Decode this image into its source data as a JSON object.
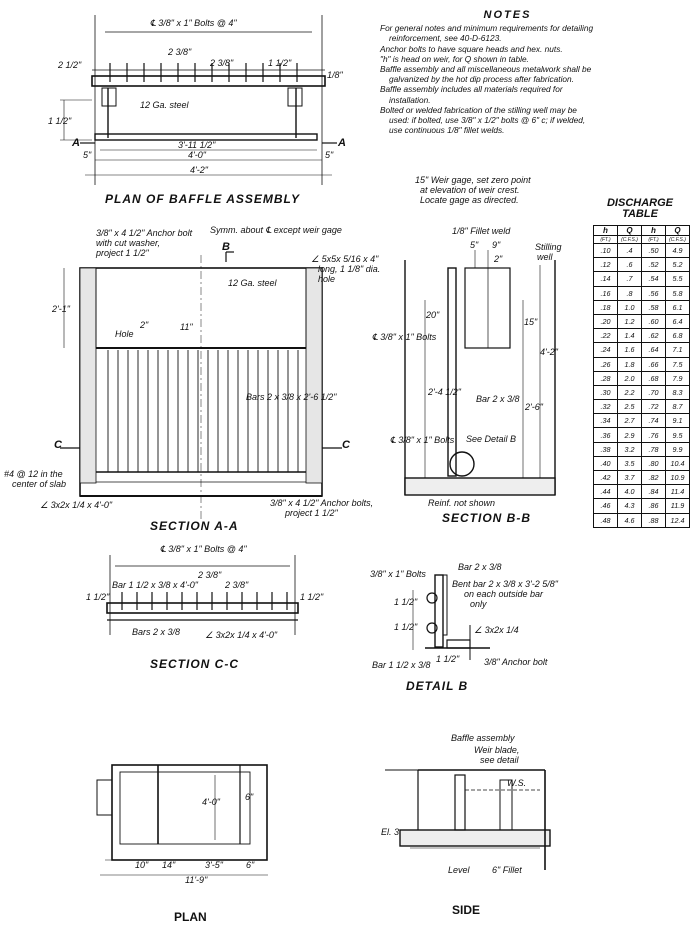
{
  "notes": {
    "title": "NOTES",
    "lines": [
      {
        "text": "For general notes and minimum requirements for detailing",
        "indent": false
      },
      {
        "text": "reinforcement, see 40-D-6123.",
        "indent": true
      },
      {
        "text": "Anchor bolts to have square heads and hex. nuts.",
        "indent": false
      },
      {
        "text": "\"h\" is head on weir, for Q shown in table.",
        "indent": false
      },
      {
        "text": "Baffle assembly and all miscellaneous metalwork shall be",
        "indent": false
      },
      {
        "text": "galvanized by the hot dip process after fabrication.",
        "indent": true
      },
      {
        "text": "Baffle assembly includes all materials required for",
        "indent": false
      },
      {
        "text": "installation.",
        "indent": true
      },
      {
        "text": "Bolted or welded fabrication of the stilling well may be",
        "indent": false
      },
      {
        "text": "used: if bolted, use 3/8\" x 1/2\" bolts @ 6\" c; if welded,",
        "indent": true
      },
      {
        "text": "use continuous 1/8\" fillet welds.",
        "indent": true
      }
    ]
  },
  "discharge_table": {
    "title_line1": "DISCHARGE",
    "title_line2": "TABLE",
    "headers": [
      "h",
      "Q",
      "h",
      "Q"
    ],
    "units": [
      "(FT.)",
      "(C.F.S.)",
      "(FT.)",
      "(C.F.S.)"
    ],
    "rows": [
      [
        ".10",
        ".4",
        ".50",
        "4.9"
      ],
      [
        ".12",
        ".6",
        ".52",
        "5.2"
      ],
      [
        ".14",
        ".7",
        ".54",
        "5.5"
      ],
      [
        ".16",
        ".8",
        ".56",
        "5.8"
      ],
      [
        ".18",
        "1.0",
        ".58",
        "6.1"
      ],
      [
        ".20",
        "1.2",
        ".60",
        "6.4"
      ],
      [
        ".22",
        "1.4",
        ".62",
        "6.8"
      ],
      [
        ".24",
        "1.6",
        ".64",
        "7.1"
      ],
      [
        ".26",
        "1.8",
        ".66",
        "7.5"
      ],
      [
        ".28",
        "2.0",
        ".68",
        "7.9"
      ],
      [
        ".30",
        "2.2",
        ".70",
        "8.3"
      ],
      [
        ".32",
        "2.5",
        ".72",
        "8.7"
      ],
      [
        ".34",
        "2.7",
        ".74",
        "9.1"
      ],
      [
        ".36",
        "2.9",
        ".76",
        "9.5"
      ],
      [
        ".38",
        "3.2",
        ".78",
        "9.9"
      ],
      [
        ".40",
        "3.5",
        ".80",
        "10.4"
      ],
      [
        ".42",
        "3.7",
        ".82",
        "10.9"
      ],
      [
        ".44",
        "4.0",
        ".84",
        "11.4"
      ],
      [
        ".46",
        "4.3",
        ".86",
        "11.9"
      ],
      [
        ".48",
        "4.6",
        ".88",
        "12.4"
      ]
    ]
  },
  "plan_baffle": {
    "title": "PLAN OF BAFFLE ASSEMBLY",
    "bolts": "℄ 3/8\" x 1\" Bolts @ 4\"",
    "dim_top": "2 3/8\"",
    "dim_mid": "2 3/8\"",
    "dim_left": "2 1/2\"",
    "dim_right": "1 1/2\"",
    "dim_right2": "1/8\"",
    "steel": "12 Ga. steel",
    "dim_inner": "3'-11 1/2\"",
    "dim_40": "4'-0\"",
    "dim_42": "4'-2\"",
    "dim_5l": "5\"",
    "dim_5r": "5\"",
    "dim_vert": "1 1/2\"",
    "cut_a": "A"
  },
  "section_aa": {
    "title": "SECTION A-A",
    "anchor_top": "3/8\" x 4 1/2\" Anchor bolt",
    "anchor_top2": "with cut washer,",
    "anchor_top3": "project 1 1/2\"",
    "symm": "Symm. about ℄ except weir gage",
    "angle_top": "∠ 5x5x 5/16 x 4\"",
    "angle_top2": "long, 1 1/8\" dia.",
    "angle_top3": "hole",
    "steel": "12 Ga. steel",
    "hole": "Hole",
    "dim_2": "2\"",
    "dim_11": "11\"",
    "bars": "Bars 2 x 3/8 x 2'-6 1/2\"",
    "slab": "#4 @ 12 in the",
    "slab2": "center of slab",
    "angle_bot": "∠ 3x2x 1/4 x 4'-0\"",
    "anchor_bot": "3/8\" x 4 1/2\" Anchor bolts,",
    "anchor_bot2": "project 1 1/2\"",
    "dim_side": "2'-1\"",
    "cut_b": "B",
    "cut_c": "C"
  },
  "section_bb": {
    "title": "SECTION B-B",
    "weir_gage": "15\" Weir gage, set zero point",
    "weir_gage2": "at elevation of weir crest.",
    "weir_gage3": "Locate gage as directed.",
    "fillet": "1/8\" Fillet weld",
    "stilling": "Stilling",
    "stilling2": "well",
    "bolts": "℄ 3/8\" x 1\" Bolts",
    "bar": "Bar 2 x 3/8",
    "bolts2": "℄ 3/8\" x 1\" Bolts",
    "detail": "See Detail B",
    "reinf": "Reinf. not shown",
    "dim_5": "5\"",
    "dim_9": "9\"",
    "dim_2": "2\"",
    "dim_20": "20\"",
    "dim_15": "15\"",
    "dim_side1": "2'-4 1/2\"",
    "dim_side2": "2'-6\"",
    "dim_side3": "4'-2\""
  },
  "section_cc": {
    "title": "SECTION C-C",
    "bolts": "℄ 3/8\" x 1\" Bolts @ 4\"",
    "dim_top": "2 3/8\"",
    "bar": "Bar 1 1/2 x 3/8 x 4'-0\"",
    "dim_r": "2 3/8\"",
    "dim_l": "1 1/2\"",
    "dim_rr": "1 1/2\"",
    "bars": "Bars 2 x 3/8",
    "angle": "∠ 3x2x 1/4 x 4'-0\""
  },
  "detail_b": {
    "title": "DETAIL B",
    "bolts": "3/8\" x 1\" Bolts",
    "bar": "Bar 2 x 3/8",
    "bent": "Bent bar 2 x 3/8 x 3'-2 5/8\"",
    "bent2": "on each outside bar",
    "bent3": "only",
    "angle": "∠ 3x2x 1/4",
    "bar_bot": "Bar 1 1/2 x 3/8",
    "anchor": "3/8\" Anchor bolt",
    "dim_1": "1 1/2\"",
    "dim_2": "1 1/2\"",
    "dim_3": "1 1/2\""
  },
  "plan": {
    "title": "PLAN",
    "dim_10": "10\"",
    "dim_14": "14\"",
    "dim_35": "3'-5\"",
    "dim_6": "6\"",
    "dim_total": "11'-9\"",
    "dim_v1": "4'-0\"",
    "dim_v2": "6\""
  },
  "side": {
    "title": "SIDE",
    "baffle": "Baffle assembly",
    "weir": "Weir blade,",
    "weir2": "see detail",
    "ws": "W.S.",
    "el": "El. 3",
    "level": "Level",
    "fillet": "6\" Fillet"
  }
}
